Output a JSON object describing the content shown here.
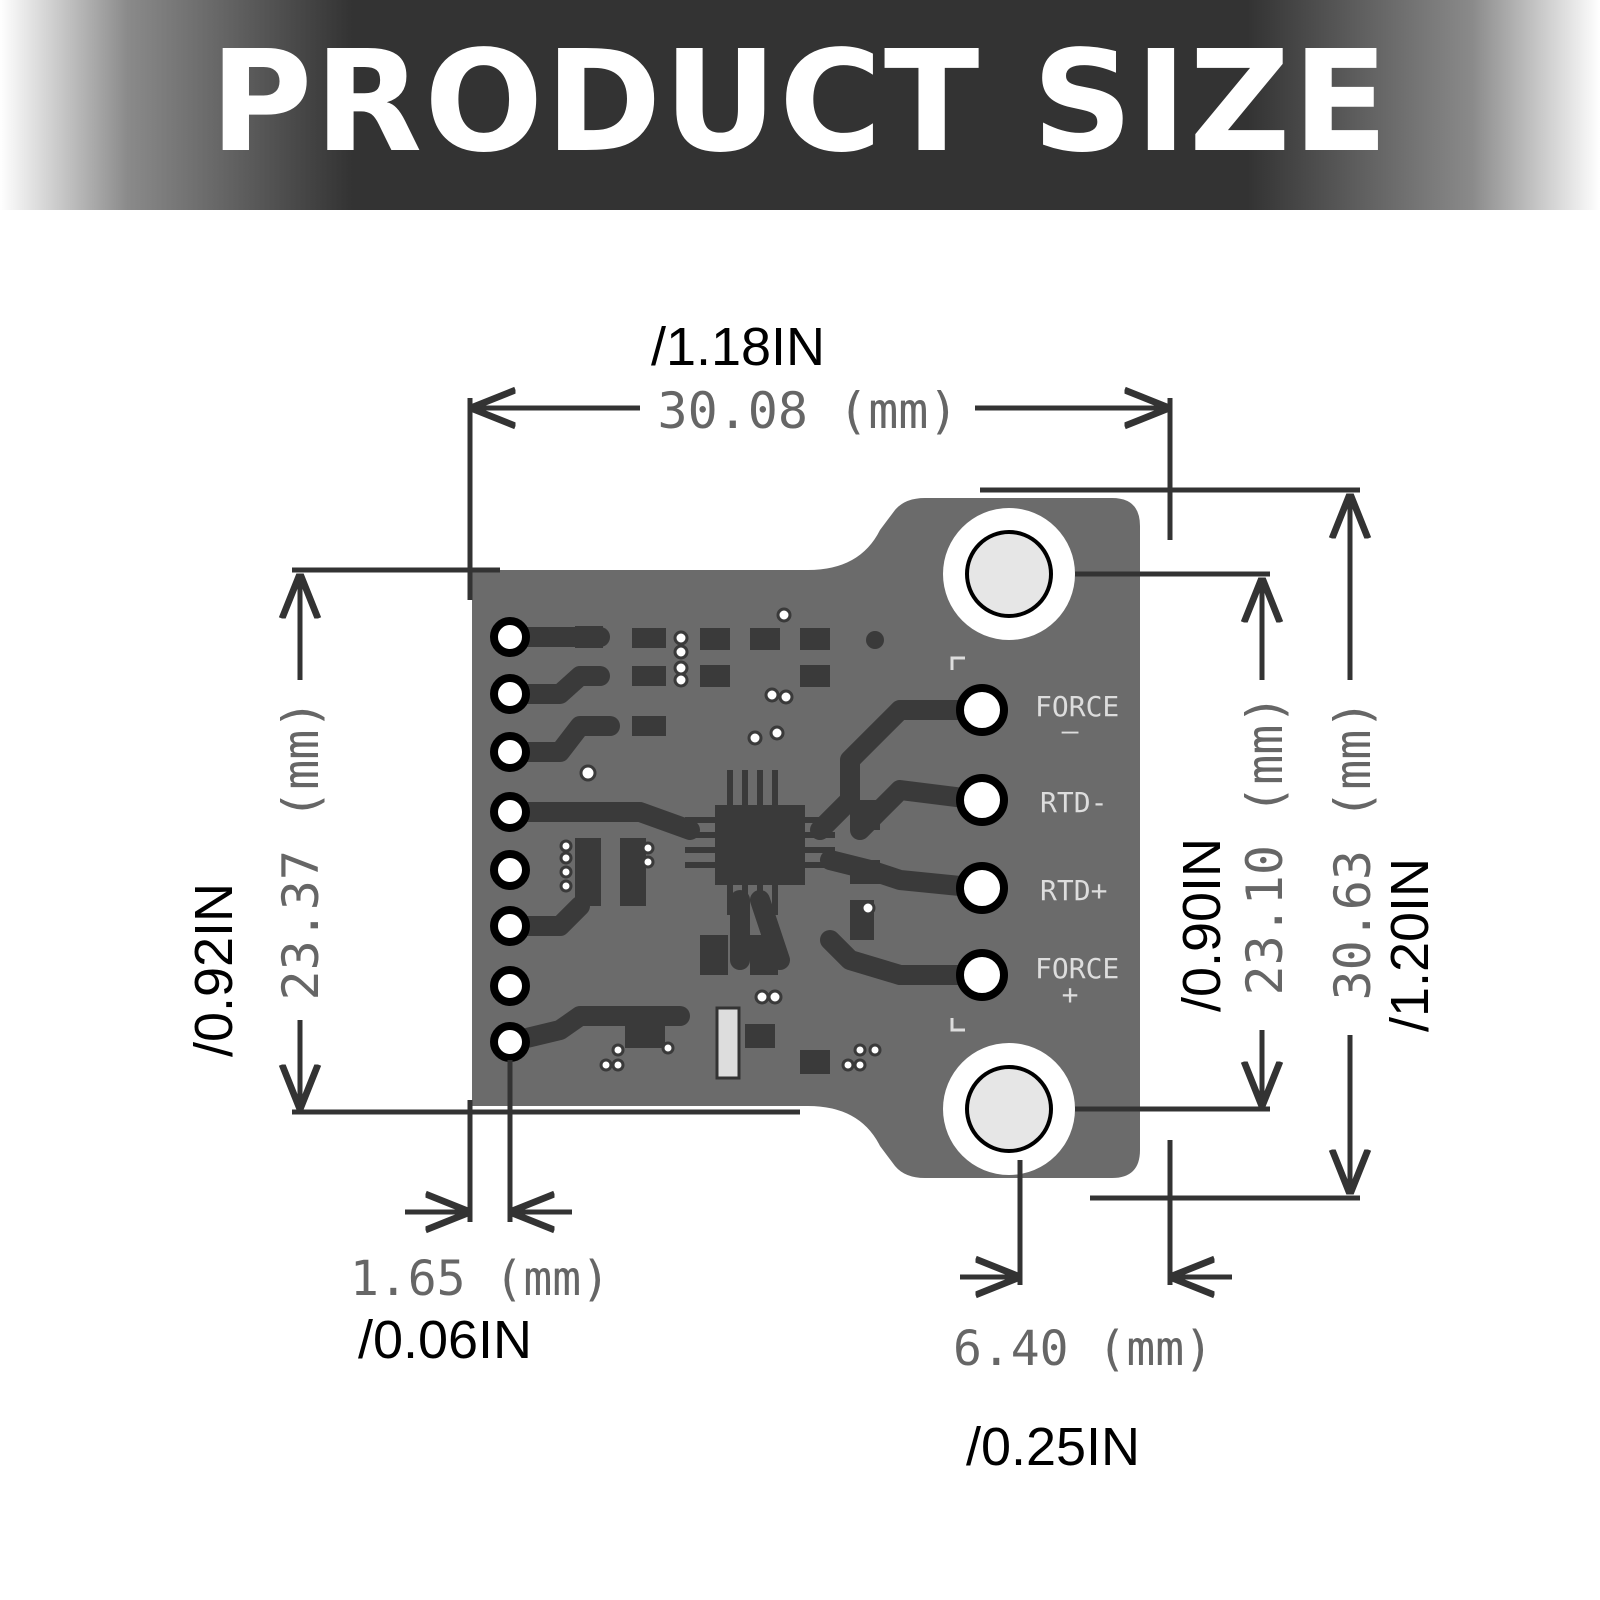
{
  "title": "PRODUCT SIZE",
  "colors": {
    "banner": "#333333",
    "pcb": "#6b6b6b",
    "trace": "#3a3a3a",
    "dimension": "#333333"
  },
  "dimensions": {
    "width_overall": {
      "mm": "30.08 (mm)",
      "inch": "/1.18IN"
    },
    "height_left": {
      "mm": "23.37 (mm)",
      "inch": "/0.92IN"
    },
    "hole_spacing": {
      "mm": "23.10 (mm)",
      "inch": "/0.90IN"
    },
    "height_overall": {
      "mm": "30.63 (mm)",
      "inch": "/1.20IN"
    },
    "pin_offset": {
      "mm": "1.65 (mm)",
      "inch": "/0.06IN"
    },
    "hole_offset": {
      "mm": "6.40 (mm)",
      "inch": "/0.25IN"
    }
  },
  "silkscreen": {
    "force_minus": "FORCE",
    "minus_sign": "—",
    "rtd_minus": "RTD-",
    "rtd_plus": "RTD+",
    "force_plus": "FORCE",
    "plus_sign": "+"
  }
}
